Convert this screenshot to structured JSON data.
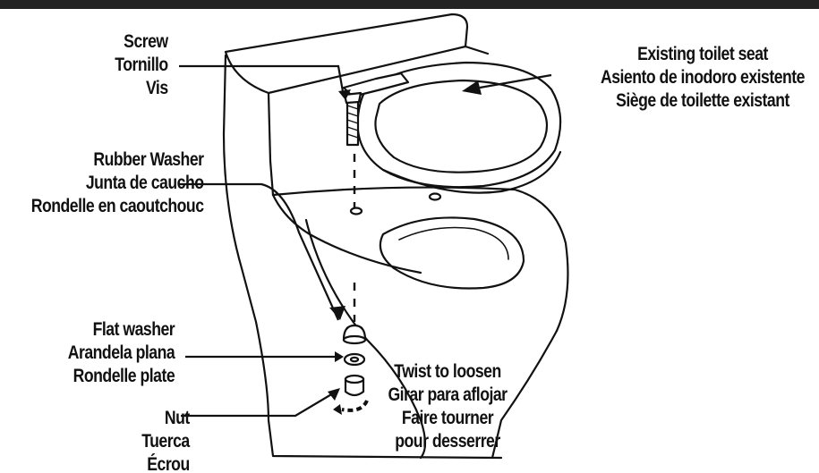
{
  "colors": {
    "ink": "#111111",
    "background": "#ffffff",
    "top_bar": "#232323"
  },
  "labels": {
    "screw": {
      "en": "Screw",
      "es": "Tornillo",
      "fr": "Vis"
    },
    "seat": {
      "en": "Existing toilet seat",
      "es": "Asiento de inodoro existente",
      "fr": "Siège de toilette existant"
    },
    "rubber_washer": {
      "en": "Rubber Washer",
      "es": "Junta de caucho",
      "fr": "Rondelle en caoutchouc"
    },
    "flat_washer": {
      "en": "Flat washer",
      "es": "Arandela plana",
      "fr": "Rondelle plate"
    },
    "twist": {
      "en": "Twist to loosen",
      "es": "Girar para aflojar",
      "fr1": "Faire tourner",
      "fr2": "pour desserrer"
    },
    "nut": {
      "en": "Nut",
      "es": "Tuerca",
      "fr": "Écrou"
    }
  }
}
